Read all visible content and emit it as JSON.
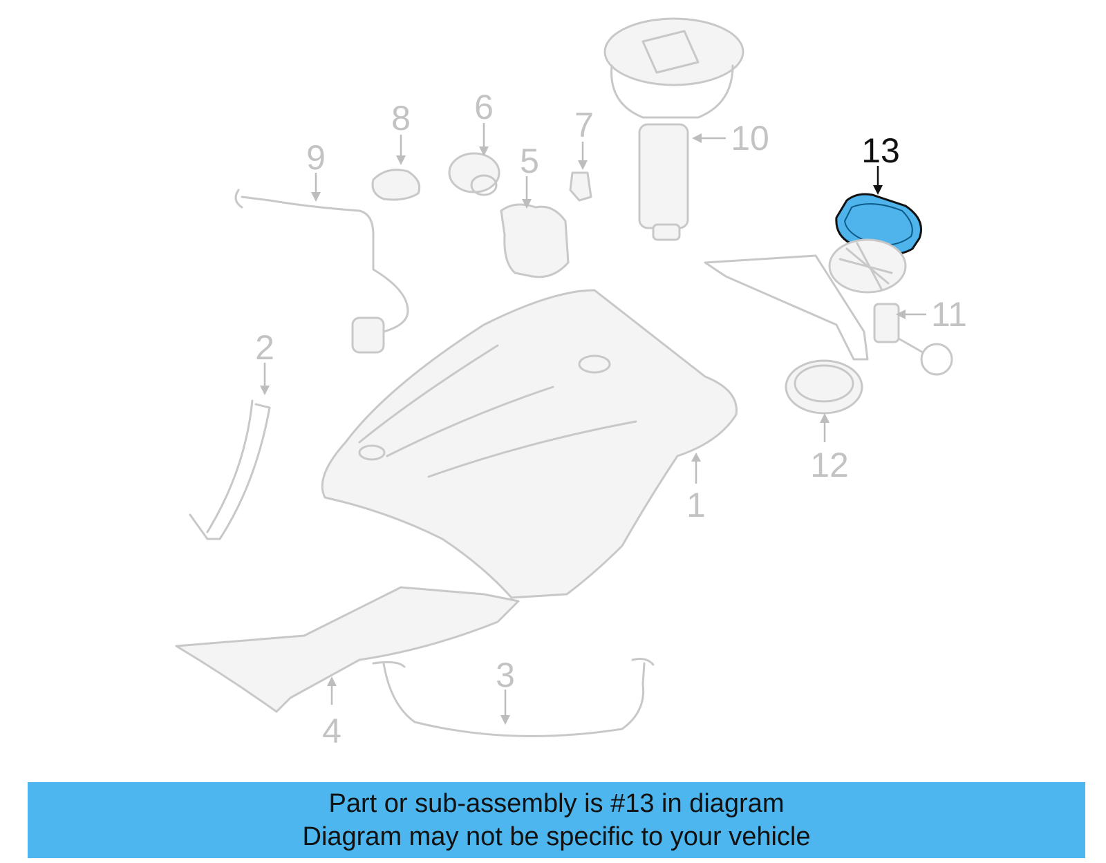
{
  "diagram": {
    "callouts": [
      "1",
      "2",
      "3",
      "4",
      "5",
      "6",
      "7",
      "8",
      "9",
      "10",
      "11",
      "12"
    ],
    "highlighted_callout": "13",
    "highlight_color": "#4fb4ec",
    "part_color": "#c8c8c8"
  },
  "banner": {
    "line1": "Part or sub-assembly is #13 in diagram",
    "line2": "Diagram may not be specific to your vehicle",
    "background": "#4db6ef"
  }
}
